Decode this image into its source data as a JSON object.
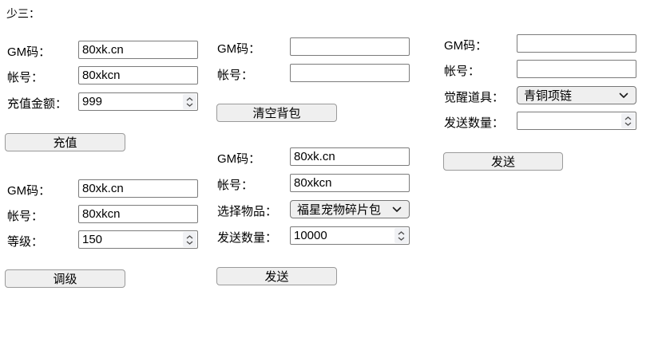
{
  "title": "少三：",
  "colors": {
    "control_bg": "#efefef",
    "control_border": "#767676",
    "input_border": "#7b7b7b",
    "spinner_bg": "#f0f1f4",
    "text": "#000000"
  },
  "sections": {
    "recharge": {
      "gm_label": "GM码：",
      "gm_value": "80xk.cn",
      "account_label": "帐号：",
      "account_value": "80xkcn",
      "amount_label": "充值金额：",
      "amount_value": "999",
      "button": "充值"
    },
    "level": {
      "gm_label": "GM码：",
      "gm_value": "80xk.cn",
      "account_label": "帐号：",
      "account_value": "80xkcn",
      "level_label": "等级：",
      "level_value": "150",
      "button": "调级"
    },
    "clear_bag": {
      "gm_label": "GM码：",
      "gm_value": "",
      "account_label": "帐号：",
      "account_value": "",
      "button": "清空背包"
    },
    "send_item": {
      "gm_label": "GM码：",
      "gm_value": "80xk.cn",
      "account_label": "帐号：",
      "account_value": "80xkcn",
      "item_label": "选择物品：",
      "item_selected": "福星宠物碎片包",
      "qty_label": "发送数量：",
      "qty_value": "10000",
      "button": "发送"
    },
    "awaken": {
      "gm_label": "GM码：",
      "gm_value": "",
      "account_label": "帐号：",
      "account_value": "",
      "item_label": "觉醒道具：",
      "item_selected": "青铜项链",
      "qty_label": "发送数量：",
      "qty_value": "",
      "button": "发送"
    }
  }
}
